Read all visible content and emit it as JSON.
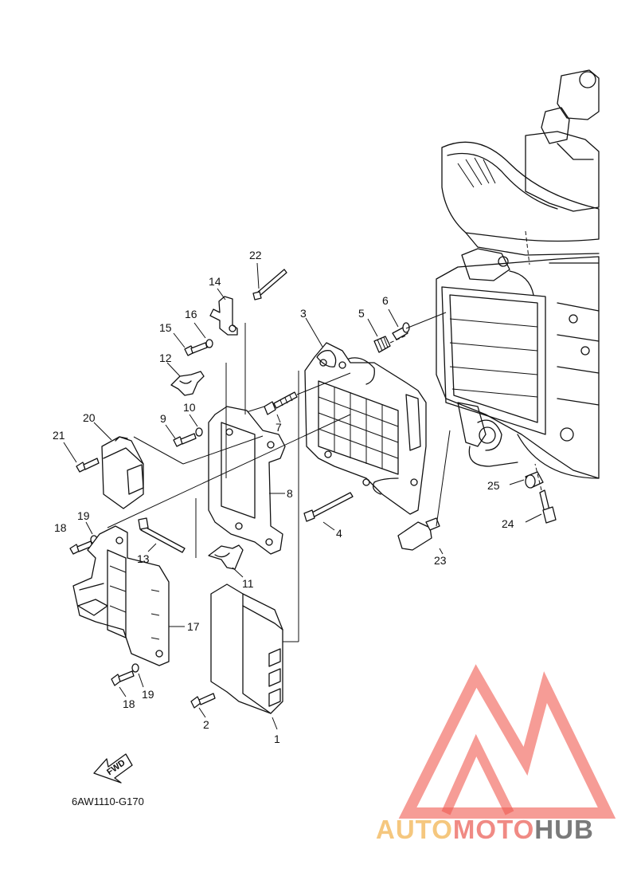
{
  "diagram": {
    "drawing_code": "6AW1110-G170",
    "fwd_label": "FWD",
    "callouts": [
      "1",
      "2",
      "3",
      "4",
      "5",
      "6",
      "7",
      "8",
      "9",
      "10",
      "11",
      "12",
      "13",
      "14",
      "15",
      "16",
      "17",
      "18",
      "19",
      "18",
      "19",
      "20",
      "21",
      "22",
      "23",
      "24",
      "25"
    ]
  },
  "watermark": {
    "text_part1": "AUTO",
    "text_part2": "MOTO",
    "text_part3": "HUB",
    "color_auto": "#f5c77e",
    "color_moto": "#f08a84",
    "color_hub": "#7a7a7a",
    "logo_color": "#f05a50"
  }
}
